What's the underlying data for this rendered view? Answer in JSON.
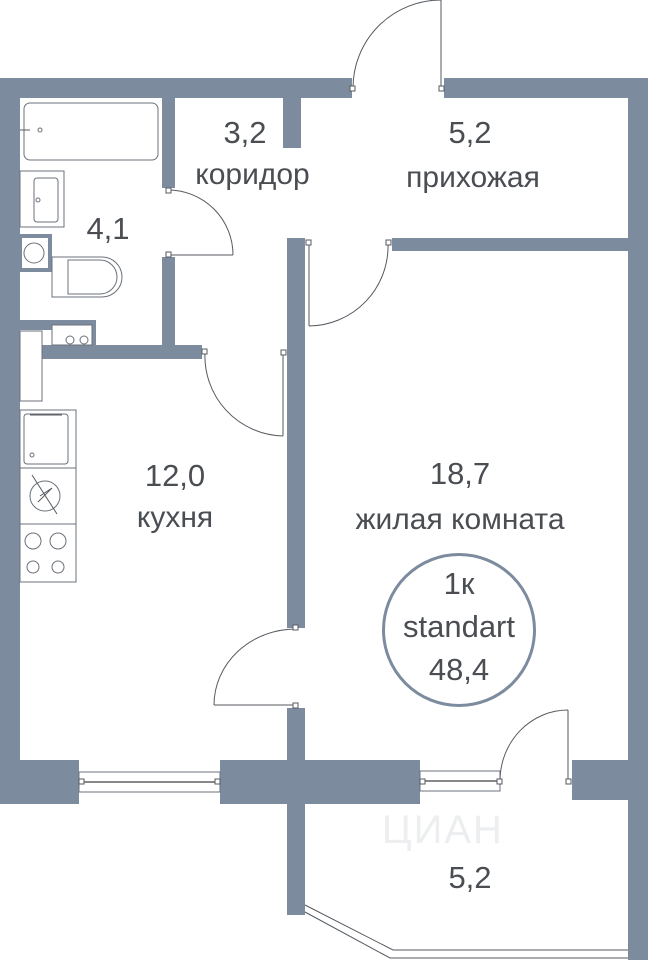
{
  "plan": {
    "type": "apartment-floor-plan",
    "wall_color": "#7d8b9f",
    "text_color": "#4a4d52",
    "rooms": [
      {
        "id": "bathroom",
        "area": "4,1",
        "name": ""
      },
      {
        "id": "corridor",
        "area": "3,2",
        "name": "коридор"
      },
      {
        "id": "hallway",
        "area": "5,2",
        "name": "прихожая"
      },
      {
        "id": "kitchen",
        "area": "12,0",
        "name": "кухня"
      },
      {
        "id": "living-room",
        "area": "18,7",
        "name": "жилая комната"
      },
      {
        "id": "balcony",
        "area": "5,2",
        "name": ""
      }
    ],
    "badge": {
      "rooms": "1к",
      "series": "standart",
      "total_area": "48,4"
    },
    "watermark": "ЦИАН"
  }
}
